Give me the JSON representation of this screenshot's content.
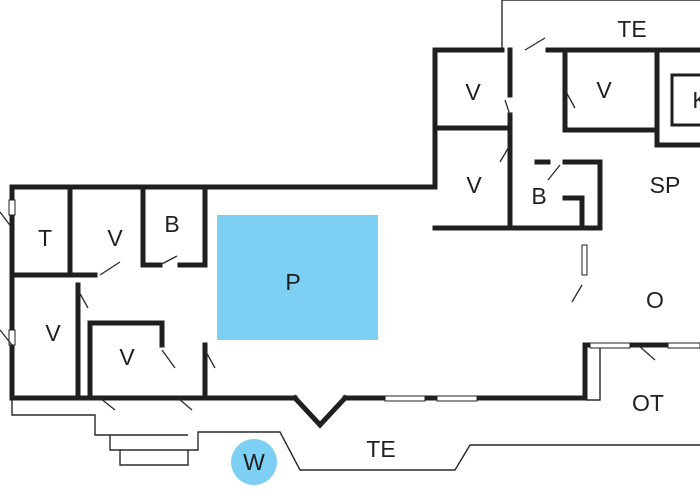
{
  "rooms": {
    "te_top": "TE",
    "v_top_left": "V",
    "v_top_right": "V",
    "k": "K",
    "v_mid": "V",
    "b_mid": "B",
    "sp": "SP",
    "t": "T",
    "v_left_2": "V",
    "b_left": "B",
    "v_left_low": "V",
    "v_small": "V",
    "pool": "P",
    "o": "O",
    "ot": "OT",
    "te_bottom": "TE",
    "w": "W"
  },
  "colors": {
    "pool": "#7dcff3",
    "whirlpool": "#7dcff3",
    "wall": "#1f1f1f"
  }
}
